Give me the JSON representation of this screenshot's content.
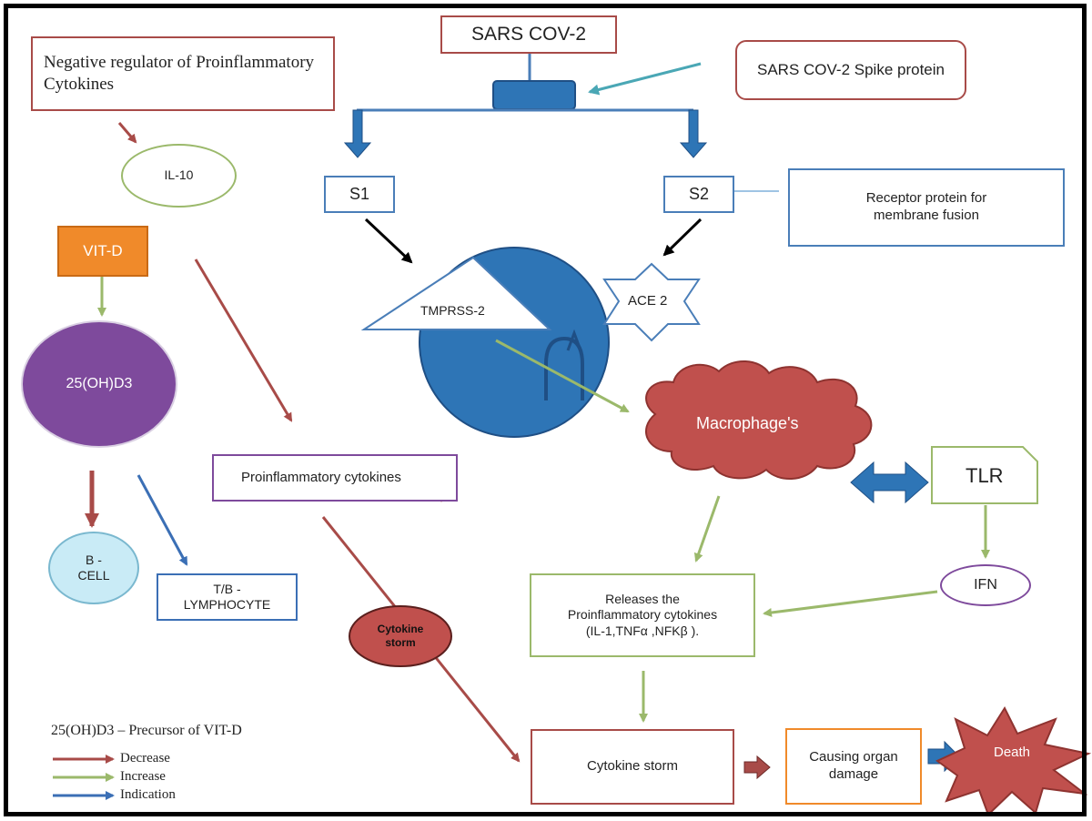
{
  "diagram": {
    "virus": "SARS COV-2",
    "spike_note": "SARS COV-2 Spike protein",
    "neg_regulator": "Negative regulator of Proinflammatory Cytokines",
    "il10": "IL-10",
    "vitd": "VIT-D",
    "s1": "S1",
    "s2": "S2",
    "receptor_note": "Receptor protein for membrane fusion",
    "tmprss2": "TMPRSS-2",
    "ace2": "ACE 2",
    "vitd_precursor": "25(OH)D3",
    "macrophages": "Macrophage's",
    "tlr": "TLR",
    "proinflammatory": "Proinflammatory cytokines",
    "bcell": "B - CELL",
    "lymphocyte": "T/B - LYMPHOCYTE",
    "cytokine_storm_small": "Cytokine storm",
    "releases": "Releases the Proinflammatory cytokines (IL-1,TNFα ,NFKβ ).",
    "ifn": "IFN",
    "cytokine_storm": "Cytokine storm",
    "organ_damage": "Causing organ damage",
    "death": "Death"
  },
  "legend": {
    "note": "25(OH)D3 – Precursor of VIT-D",
    "decrease": "Decrease",
    "increase": "Increase",
    "indication": "Indication"
  },
  "colors": {
    "red": "#a84b48",
    "green": "#9bb96b",
    "blue": "#2e75b6",
    "teal": "#4aa7b5",
    "purple": "#7e4a9c",
    "orange": "#f08a2a",
    "dark_red": "#c0504d"
  }
}
